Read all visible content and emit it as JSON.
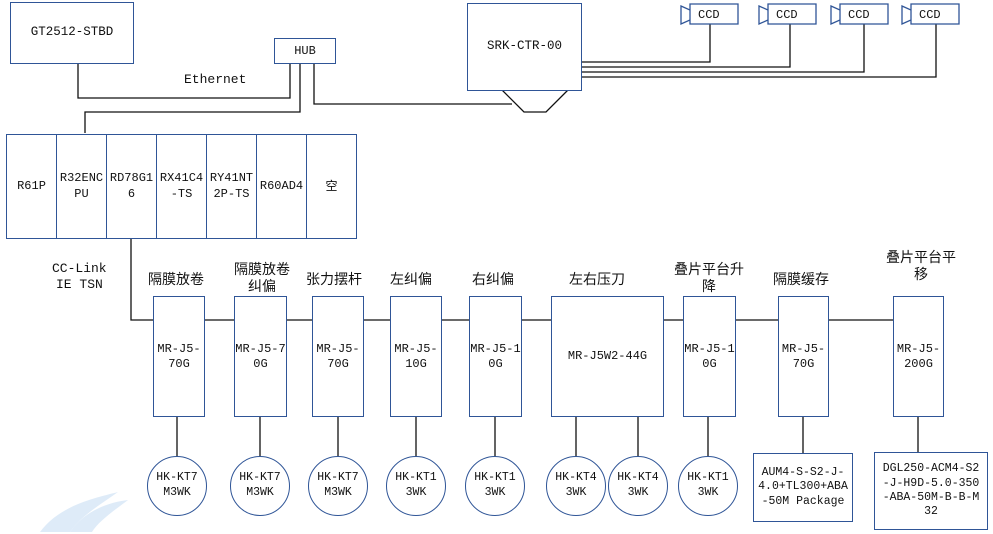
{
  "top": {
    "gt": "GT2512-STBD",
    "hub": "HUB",
    "ethernet": "Ethernet",
    "ctr": "SRK-CTR-00",
    "ccd": [
      "CCD",
      "CCD",
      "CCD",
      "CCD"
    ]
  },
  "plc_modules": [
    "R61P",
    "R32ENCPU",
    "RD78G16",
    "RX41C4-TS",
    "RY41NT2P-TS",
    "R60AD4",
    "空"
  ],
  "network_label": [
    "CC-Link",
    "IE TSN"
  ],
  "axes": [
    {
      "name": "隔膜放卷",
      "driver": "MR-J5-70G",
      "motors": [
        "HK-KT7M3WK"
      ]
    },
    {
      "name": "隔膜放卷纠偏",
      "driver": "MR-J5-70G",
      "motors": [
        "HK-KT7M3WK"
      ]
    },
    {
      "name": "张力摆杆",
      "driver": "MR-J5-70G",
      "motors": [
        "HK-KT7M3WK"
      ]
    },
    {
      "name": "左纠偏",
      "driver": "MR-J5-10G",
      "motors": [
        "HK-KT13WK"
      ]
    },
    {
      "name": "右纠偏",
      "driver": "MR-J5-10G",
      "motors": [
        "HK-KT13WK"
      ]
    },
    {
      "name": "左右压刀",
      "driver": "MR-J5W2-44G",
      "motors": [
        "HK-KT43WK",
        "HK-KT43WK"
      ]
    },
    {
      "name": "叠片平台升降",
      "driver": "MR-J5-10G",
      "motors": [
        "HK-KT13WK"
      ]
    },
    {
      "name": "隔膜缓存",
      "driver": "MR-J5-70G",
      "motors": [
        "AUM4-S-S2-J-4.0+TL300+ABA-50M Package"
      ]
    },
    {
      "name": "叠片平台平移",
      "driver": "MR-J5-200G",
      "motors": [
        "DGL250-ACM4-S2-J-H9D-5.0-350-ABA-50M-B-B-M32"
      ]
    }
  ]
}
